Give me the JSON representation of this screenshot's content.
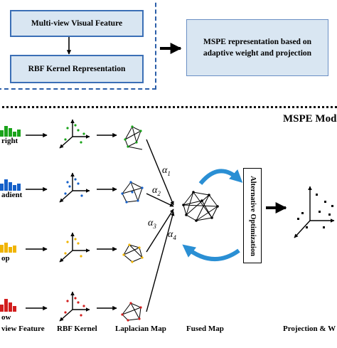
{
  "top": {
    "box_multiview": "Multi-view Visual Feature",
    "box_rbf": "RBF Kernel Representation",
    "box_mspe_line1": "MSPE representation based on",
    "box_mspe_line2": "adaptive weight and projection"
  },
  "bottom": {
    "panel_title": "MSPE Mod",
    "feature_labels": [
      "right",
      "adient",
      "op",
      "ow"
    ],
    "column_labels": {
      "feature": "view Feature",
      "rbf": "RBF Kernel",
      "laplacian": "Laplacian Map",
      "fused": "Fused Map",
      "projection": "Projection & W"
    },
    "alphas": [
      "α",
      "α",
      "α",
      "α"
    ],
    "alpha_subs": [
      "1",
      "2",
      "3",
      "4"
    ],
    "optimization_label": "Alternative Optimization"
  },
  "colors": {
    "box_fill": "#d9e6f2",
    "box_border": "#3b6fb6",
    "dashed_border": "#2b5ea8",
    "row_colors": [
      "#1aa31a",
      "#1560c9",
      "#f0b400",
      "#d21e1e"
    ],
    "cycle_arrow": "#2a8fd4"
  }
}
